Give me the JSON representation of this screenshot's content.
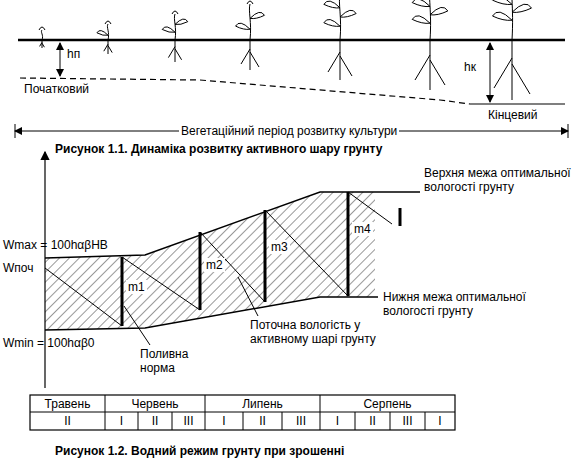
{
  "diagram": {
    "labels": [
      "hп",
      "Початковий",
      "hк",
      "Кінцевий",
      "Вегетаційний період розвитку культури",
      "Рисунок 1.1.  Динаміка розвитку активного шару грунту",
      "Верхня межа оптимальної вологості грунту",
      "Wmax = 100hαβНВ",
      "Wпоч",
      "m1",
      "m2",
      "m3",
      "m4",
      "Wmin = 100hαβ0",
      "Нижня межа оптимальної вологості грунту",
      "Поливна норма",
      "Поточна вологість у активному шарі грунту",
      "Травень",
      "Червень",
      "Липень",
      "Серпень",
      "II",
      "I",
      "II",
      "III",
      "I",
      "II",
      "III",
      "I",
      "II",
      "III",
      "I",
      "Рисунок 1.2.  Водний режим грунту при зрошенні"
    ]
  }
}
